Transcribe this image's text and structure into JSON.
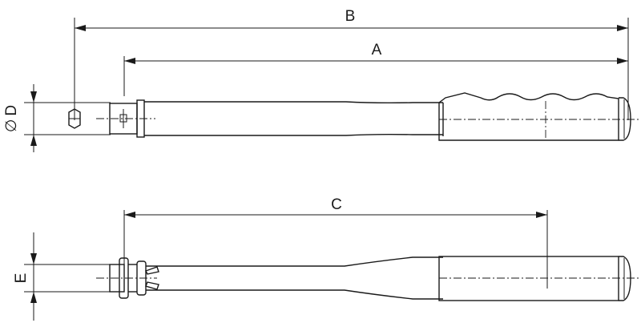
{
  "labels": {
    "dim_b": "B",
    "dim_a": "A",
    "dim_c": "C",
    "dim_d": "D",
    "dim_e": "E",
    "diameter_symbol": "∅"
  },
  "colors": {
    "line": "#1a1a1a",
    "background": "#ffffff"
  }
}
